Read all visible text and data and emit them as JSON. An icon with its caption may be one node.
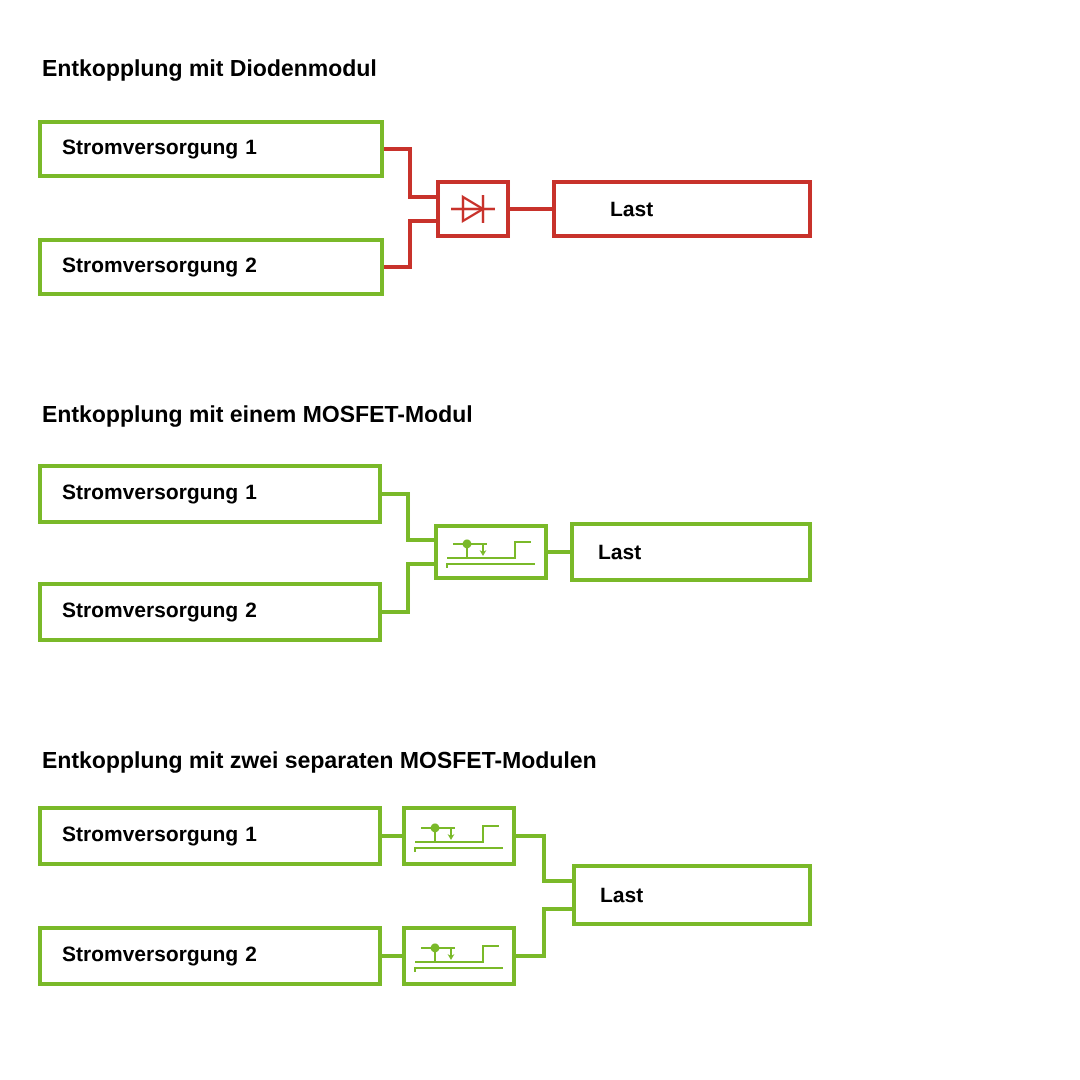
{
  "diagram": {
    "nodes": [
      {
        "text": [
          "Stromversorgung 1"
        ]
      },
      {
        "text": [
          "Stromversorgung 2"
        ]
      },
      {
        "text": [],
        "shape": "box"
      },
      {
        "text": [
          "Last"
        ]
      },
      {
        "text": [
          "Stromversorgung 1"
        ]
      },
      {
        "text": [
          "Stromversorgung 2"
        ]
      },
      {
        "text": [],
        "shape": "box"
      },
      {
        "text": [
          "Last"
        ]
      },
      {
        "text": [
          "Stromversorgung 1"
        ]
      },
      {
        "text": [
          "Stromversorgung 2"
        ]
      },
      {
        "text": [],
        "shape": "box"
      },
      {
        "text": [],
        "shape": "box"
      },
      {
        "text": [
          "Last"
        ]
      }
    ],
    "edges": [
      {
        "from": 0,
        "to": 2,
        "arrow": "none",
        "color": "#c8322b"
      },
      {
        "from": 1,
        "to": 2,
        "arrow": "none",
        "color": "#c8322b"
      },
      {
        "from": 2,
        "to": 3,
        "arrow": "none",
        "color": "#c8322b"
      },
      {
        "from": 4,
        "to": 6,
        "arrow": "none"
      },
      {
        "from": 5,
        "to": 6,
        "arrow": "none"
      },
      {
        "from": 6,
        "to": 7,
        "arrow": "none"
      },
      {
        "from": 8,
        "to": 10,
        "arrow": "none"
      },
      {
        "from": 9,
        "to": 11,
        "arrow": "none"
      },
      {
        "from": 10,
        "to": 12,
        "arrow": "none"
      },
      {
        "from": 11,
        "to": 12,
        "arrow": "none"
      }
    ],
    "labels": [
      "Entkopplung mit Diodenmodul",
      "Entkopplung mit einem MOSFET-Modul",
      "Entkopplung mit zwei separaten MOSFET-Modulen"
    ]
  }
}
